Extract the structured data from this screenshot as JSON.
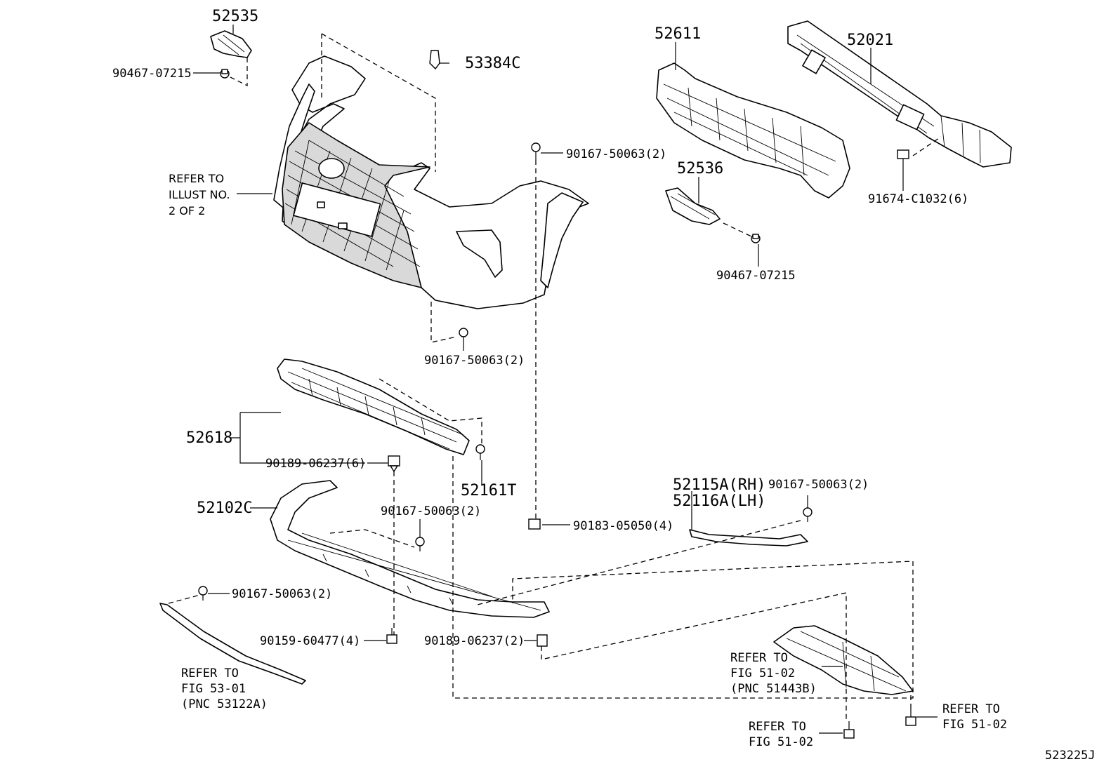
{
  "diagram_code": "523225J",
  "labels": {
    "p52535": "52535",
    "p90467_top": "90467-07215",
    "p53384c": "53384C",
    "p52611": "52611",
    "p52021": "52021",
    "p90167_a": "90167-50063(2)",
    "p52536": "52536",
    "p91674": "91674-C1032(6)",
    "p90467_mid": "90467-07215",
    "p90167_b": "90167-50063(2)",
    "p52618": "52618",
    "p90189_a": "90189-06237(6)",
    "p52161t": "52161T",
    "p52102c": "52102C",
    "p90167_c": "90167-50063(2)",
    "p90183": "90183-05050(4)",
    "p52115a": "52115A(RH)",
    "p52116a": "52116A(LH)",
    "p90167_d": "90167-50063(2)",
    "p90167_e": "90167-50063(2)",
    "p90159": "90159-60477(4)",
    "p90189_b": "90189-06237(2)"
  },
  "notes": {
    "illust_ref": [
      "REFER TO",
      "ILLUST NO.",
      "2 OF 2"
    ],
    "fig5301": [
      "REFER TO",
      "FIG 53-01",
      "(PNC 53122A)"
    ],
    "fig5102_a": [
      "REFER TO",
      "FIG 51-02",
      "(PNC 51443B)"
    ],
    "fig5102_b": [
      "REFER TO",
      "FIG 51-02"
    ],
    "fig5102_c": [
      "REFER TO",
      "FIG 51-02"
    ]
  }
}
